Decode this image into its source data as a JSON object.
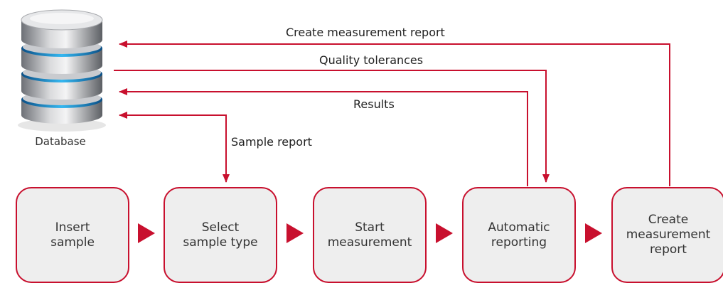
{
  "database": {
    "label": "Database"
  },
  "steps": [
    {
      "label": "Insert\nsample"
    },
    {
      "label": "Select\nsample type"
    },
    {
      "label": "Start\nmeasurement"
    },
    {
      "label": "Automatic\nreporting"
    },
    {
      "label": "Create\nmeasurement\nreport"
    }
  ],
  "flows": {
    "create_report": "Create measurement report",
    "quality_tolerances": "Quality tolerances",
    "results": "Results",
    "sample_report": "Sample report"
  },
  "colors": {
    "accent": "#c8102e",
    "box_fill": "#eeeeee",
    "db_band": "#2a9fd6"
  },
  "icons": [
    "database-icon"
  ]
}
